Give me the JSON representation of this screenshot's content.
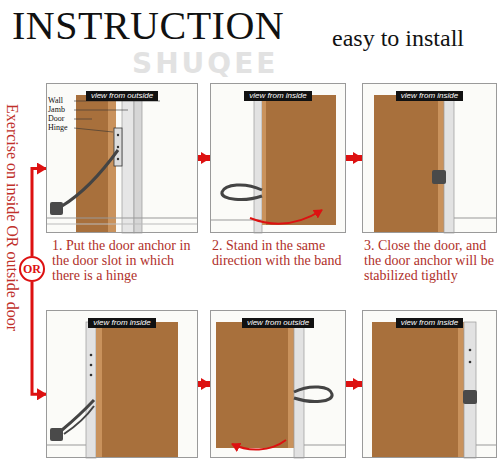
{
  "diagram": {
    "title": "INSTRUCTION",
    "nodes": [
      {
        "text": [
          "view from outside"
        ]
      },
      {
        "text": [
          "view from inside"
        ]
      },
      {
        "text": [
          "view from inside"
        ]
      },
      {
        "text": [
          "OR"
        ]
      },
      {
        "text": [
          "view from inside"
        ]
      },
      {
        "text": [
          "view from outside"
        ]
      },
      {
        "text": [
          "view from inside"
        ]
      }
    ],
    "edges": [
      {
        "from": 3,
        "to": 0,
        "arrow": "to"
      },
      {
        "from": 0,
        "to": 1,
        "arrow": "to"
      },
      {
        "from": 1,
        "to": 2,
        "arrow": "to"
      },
      {
        "from": 3,
        "to": 4,
        "arrow": "to"
      },
      {
        "from": 4,
        "to": 5,
        "arrow": "to"
      },
      {
        "from": 5,
        "to": 6,
        "arrow": "to"
      }
    ],
    "labels": [
      "easy to install",
      "SHUQEE",
      "Exercise on inside OR outside door",
      "Wall",
      "Jamb",
      "Door",
      "Hinge",
      "1. Put the door anchor in the door slot in which there is a hinge",
      "2. Stand in the same direction with the band",
      "3. Close the door, and the door anchor will be stabilized tightly"
    ]
  }
}
